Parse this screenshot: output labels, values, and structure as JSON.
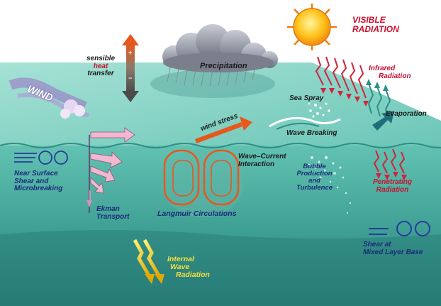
{
  "labels": {
    "visible_radiation": [
      "VISIBLE",
      "RADIATION"
    ],
    "infrared_radiation": [
      "Infrared",
      "Radiation"
    ],
    "sensible_heat": {
      "line1": "sensible",
      "line2": "heat",
      "line3": "transfer"
    },
    "precipitation": "Precipitation",
    "wind": "WIND",
    "sea_spray": "Sea Spray",
    "wave_breaking": "Wave Breaking",
    "evaporation": "Evaporation",
    "wind_stress": "wind stress",
    "wave_current_interaction": [
      "Wave–Current",
      "Interaction"
    ],
    "bubble": [
      "Bubble",
      "Production",
      "and",
      "Turbulence"
    ],
    "penetrating_radiation": [
      "Penetrating",
      "Radiation"
    ],
    "near_surface_shear": [
      "Near Surface",
      "Shear and",
      "Microbreaking"
    ],
    "ekman_transport": [
      "Ekman",
      "Transport"
    ],
    "langmuir_circulations": "Langmuir Circulations",
    "shear_mixed_layer": [
      "Shear at",
      "Mixed Layer Base"
    ],
    "internal_wave_radiation": [
      "Internal",
      "Wave",
      "Radiation"
    ]
  },
  "heat_arrow_signs": {
    "plus": "+",
    "minus": "−"
  },
  "colors": {
    "surface": "#7fd1c4",
    "water_top": "#5cbcac",
    "water_bottom": "#2a7f78",
    "navy_text": "#1c2a7a",
    "red_text": "#c8102e",
    "yellow_text": "#f6e23a",
    "sun": "#ffc21a",
    "arrow_pink": "#f2b8cf",
    "arrow_orange": "#e8571c"
  }
}
